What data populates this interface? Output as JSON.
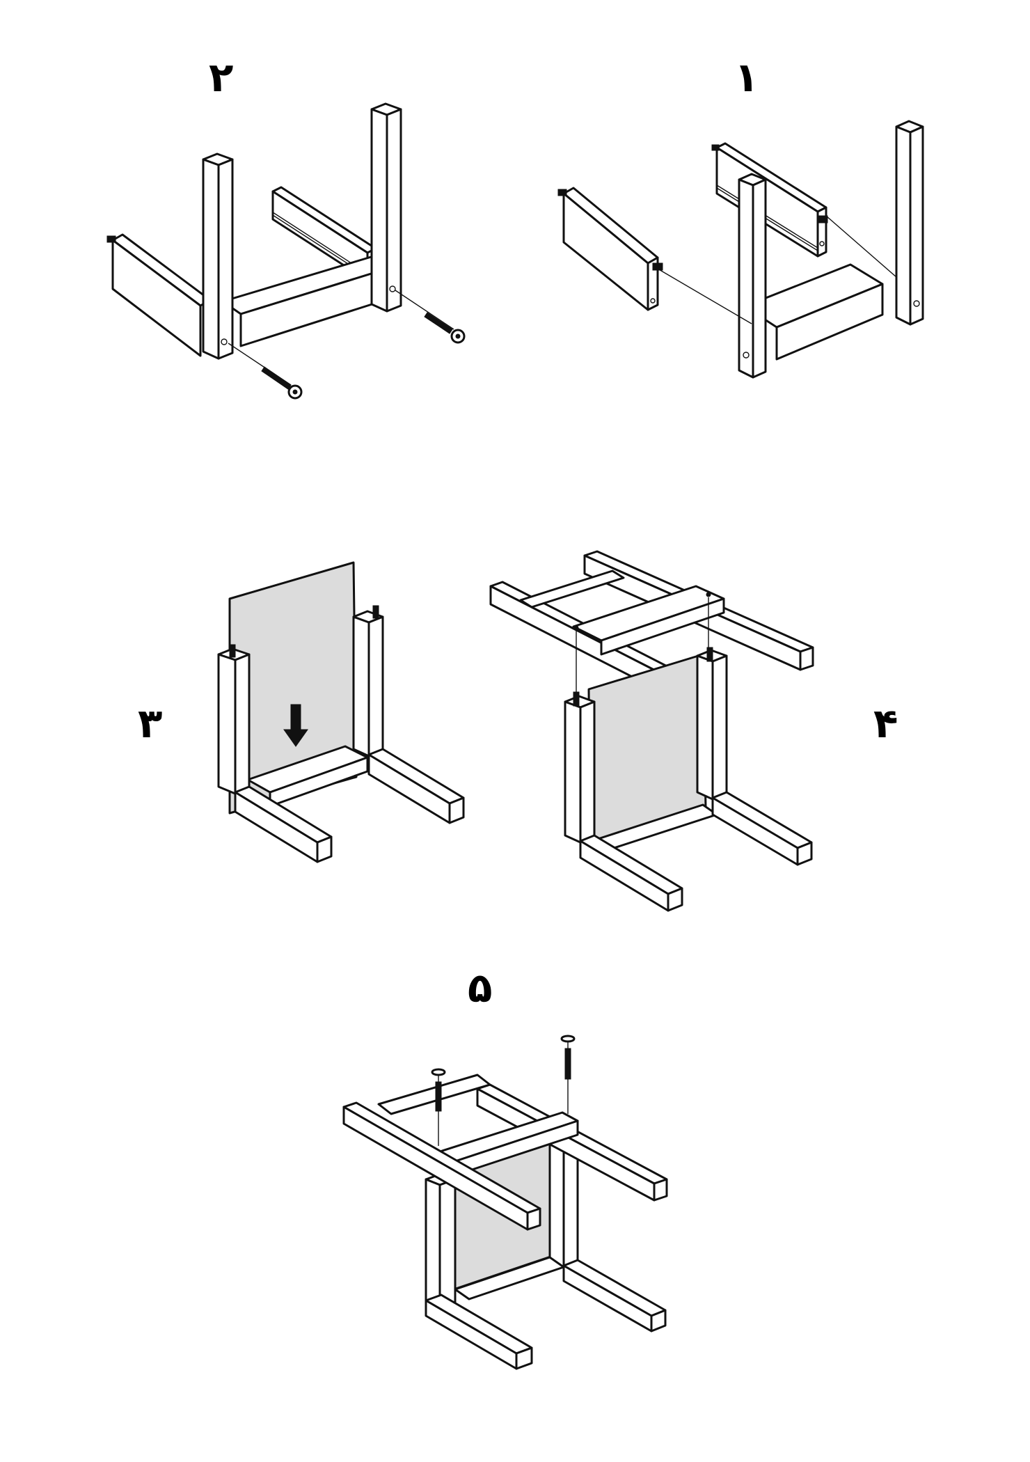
{
  "steps": [
    {
      "number": "۱",
      "part_icons": [
        "wooden-rail",
        "assembled-leg-frame",
        "dowel-pins"
      ]
    },
    {
      "number": "۲",
      "part_icons": [
        "leg-frame",
        "bolt",
        "bolt"
      ]
    },
    {
      "number": "۳",
      "part_icons": [
        "back-panel",
        "slide-down-arrow-icon",
        "leg-frame"
      ]
    },
    {
      "number": "۴",
      "part_icons": [
        "seat-frame",
        "back-panel",
        "leg-frame"
      ]
    },
    {
      "number": "۵",
      "part_icons": [
        "seat-frame",
        "screw",
        "screw",
        "back-panel"
      ]
    }
  ],
  "colors": {
    "line": "#111111",
    "panel_fill": "#dcdcdc",
    "background": "#ffffff"
  }
}
